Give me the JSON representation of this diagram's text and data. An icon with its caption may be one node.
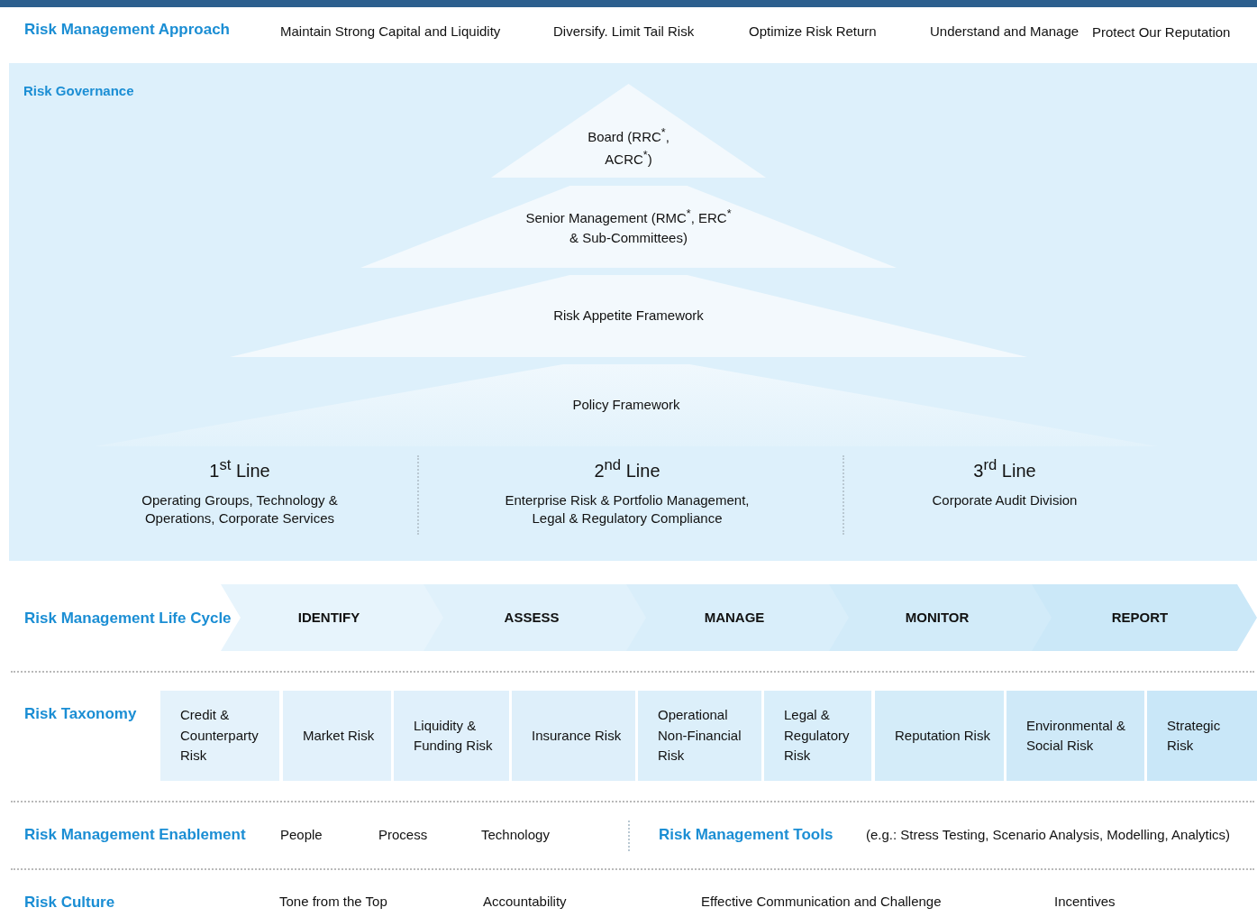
{
  "diagram": {
    "nodes": [
      {
        "text": [
          "Risk Governance"
        ]
      },
      {
        "text": [
          "Board (RRC$^{*}$, ACRC$^{*}$)"
        ],
        "in": 0
      },
      {
        "text": [
          "Senior Management (RMC$^{*}$, ERC$^{*}$ & Sub-Committees)"
        ],
        "in": 0
      },
      {
        "text": [
          "Risk Appetite Framework"
        ],
        "in": 0
      },
      {
        "text": [
          "Policy Framework"
        ],
        "in": 0
      },
      {
        "text": [
          "IDENTIFY"
        ]
      },
      {
        "text": [
          "ASSESS"
        ]
      },
      {
        "text": [
          "MANAGE"
        ]
      },
      {
        "text": [
          "MONITOR"
        ]
      },
      {
        "text": [
          "REPORT"
        ]
      },
      {
        "text": [
          "Credit & Counterparty Risk"
        ]
      },
      {
        "text": [
          "Market Risk"
        ]
      },
      {
        "text": [
          "Liquidity & Funding Risk"
        ]
      },
      {
        "text": [
          "Insurance Risk"
        ]
      },
      {
        "text": [
          "Operational Non-Financial Risk"
        ]
      },
      {
        "text": [
          "Legal & Regulatory Risk"
        ]
      },
      {
        "text": [
          "Reputation Risk"
        ]
      },
      {
        "text": [
          "Environmental & Social Risk"
        ]
      },
      {
        "text": [
          "Strategic Risk"
        ]
      }
    ],
    "labels": [
      "Risk Management Approach",
      "Maintain Strong Capital and Liquidity",
      "Diversify. Limit Tail Risk",
      "Optimize Risk Return",
      "Understand and Manage",
      "Protect Our Reputation",
      "1$^{st}$ Line",
      "Operating Groups, Technology & Operations, Corporate Services",
      "2$^{nd}$ Line",
      "Enterprise Risk & Portfolio Management, Legal & Regulatory Compliance",
      "3$^{rd}$ Line",
      "Corporate Audit Division",
      "Risk Management Life Cycle",
      "Risk Taxonomy",
      "Risk Management Enablement",
      "People",
      "Process",
      "Technology",
      "Risk Management Tools",
      "(e.g.: Stress Testing, Scenario Analysis, Modelling, Analytics)",
      "Risk Culture",
      "Tone from the Top",
      "Accountability",
      "Effective Communication and Challenge",
      "Incentives"
    ]
  }
}
